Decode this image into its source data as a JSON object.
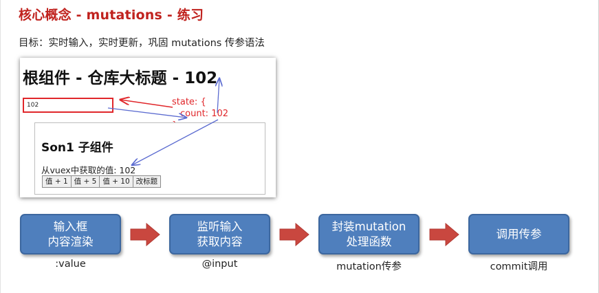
{
  "slide": {
    "title": "核心概念 - mutations - 练习",
    "goal": "目标：实时输入，实时更新，巩固 mutations 传参语法"
  },
  "demo": {
    "root_title": "根组件 - 仓库大标题 - 102",
    "input_value": "102",
    "state_code": {
      "line1": "state: {",
      "line2": "count:  102",
      "line3": "}"
    },
    "son_title": "Son1 子组件",
    "son_value_text": "从vuex中获取的值: 102",
    "buttons": [
      "值 + 1",
      "值 + 5",
      "值 + 10",
      "改标题"
    ]
  },
  "flow": {
    "steps": [
      {
        "line1": "输入框",
        "line2": "内容渲染",
        "caption": ":value"
      },
      {
        "line1": "监听输入",
        "line2": "获取内容",
        "caption": "@input"
      },
      {
        "line1": "封装mutation",
        "line2": "处理函数",
        "caption": "mutation传参"
      },
      {
        "line1": "调用传参",
        "line2": "",
        "caption": "commit调用"
      }
    ]
  },
  "colors": {
    "title_red": "#c0221e",
    "step_blue": "#4f7fbd",
    "arrow_red": "#c9473f",
    "highlight_red": "#e0262a",
    "arrow_blue": "#5b6bd0"
  },
  "icons": [
    "right-arrow-icon"
  ]
}
